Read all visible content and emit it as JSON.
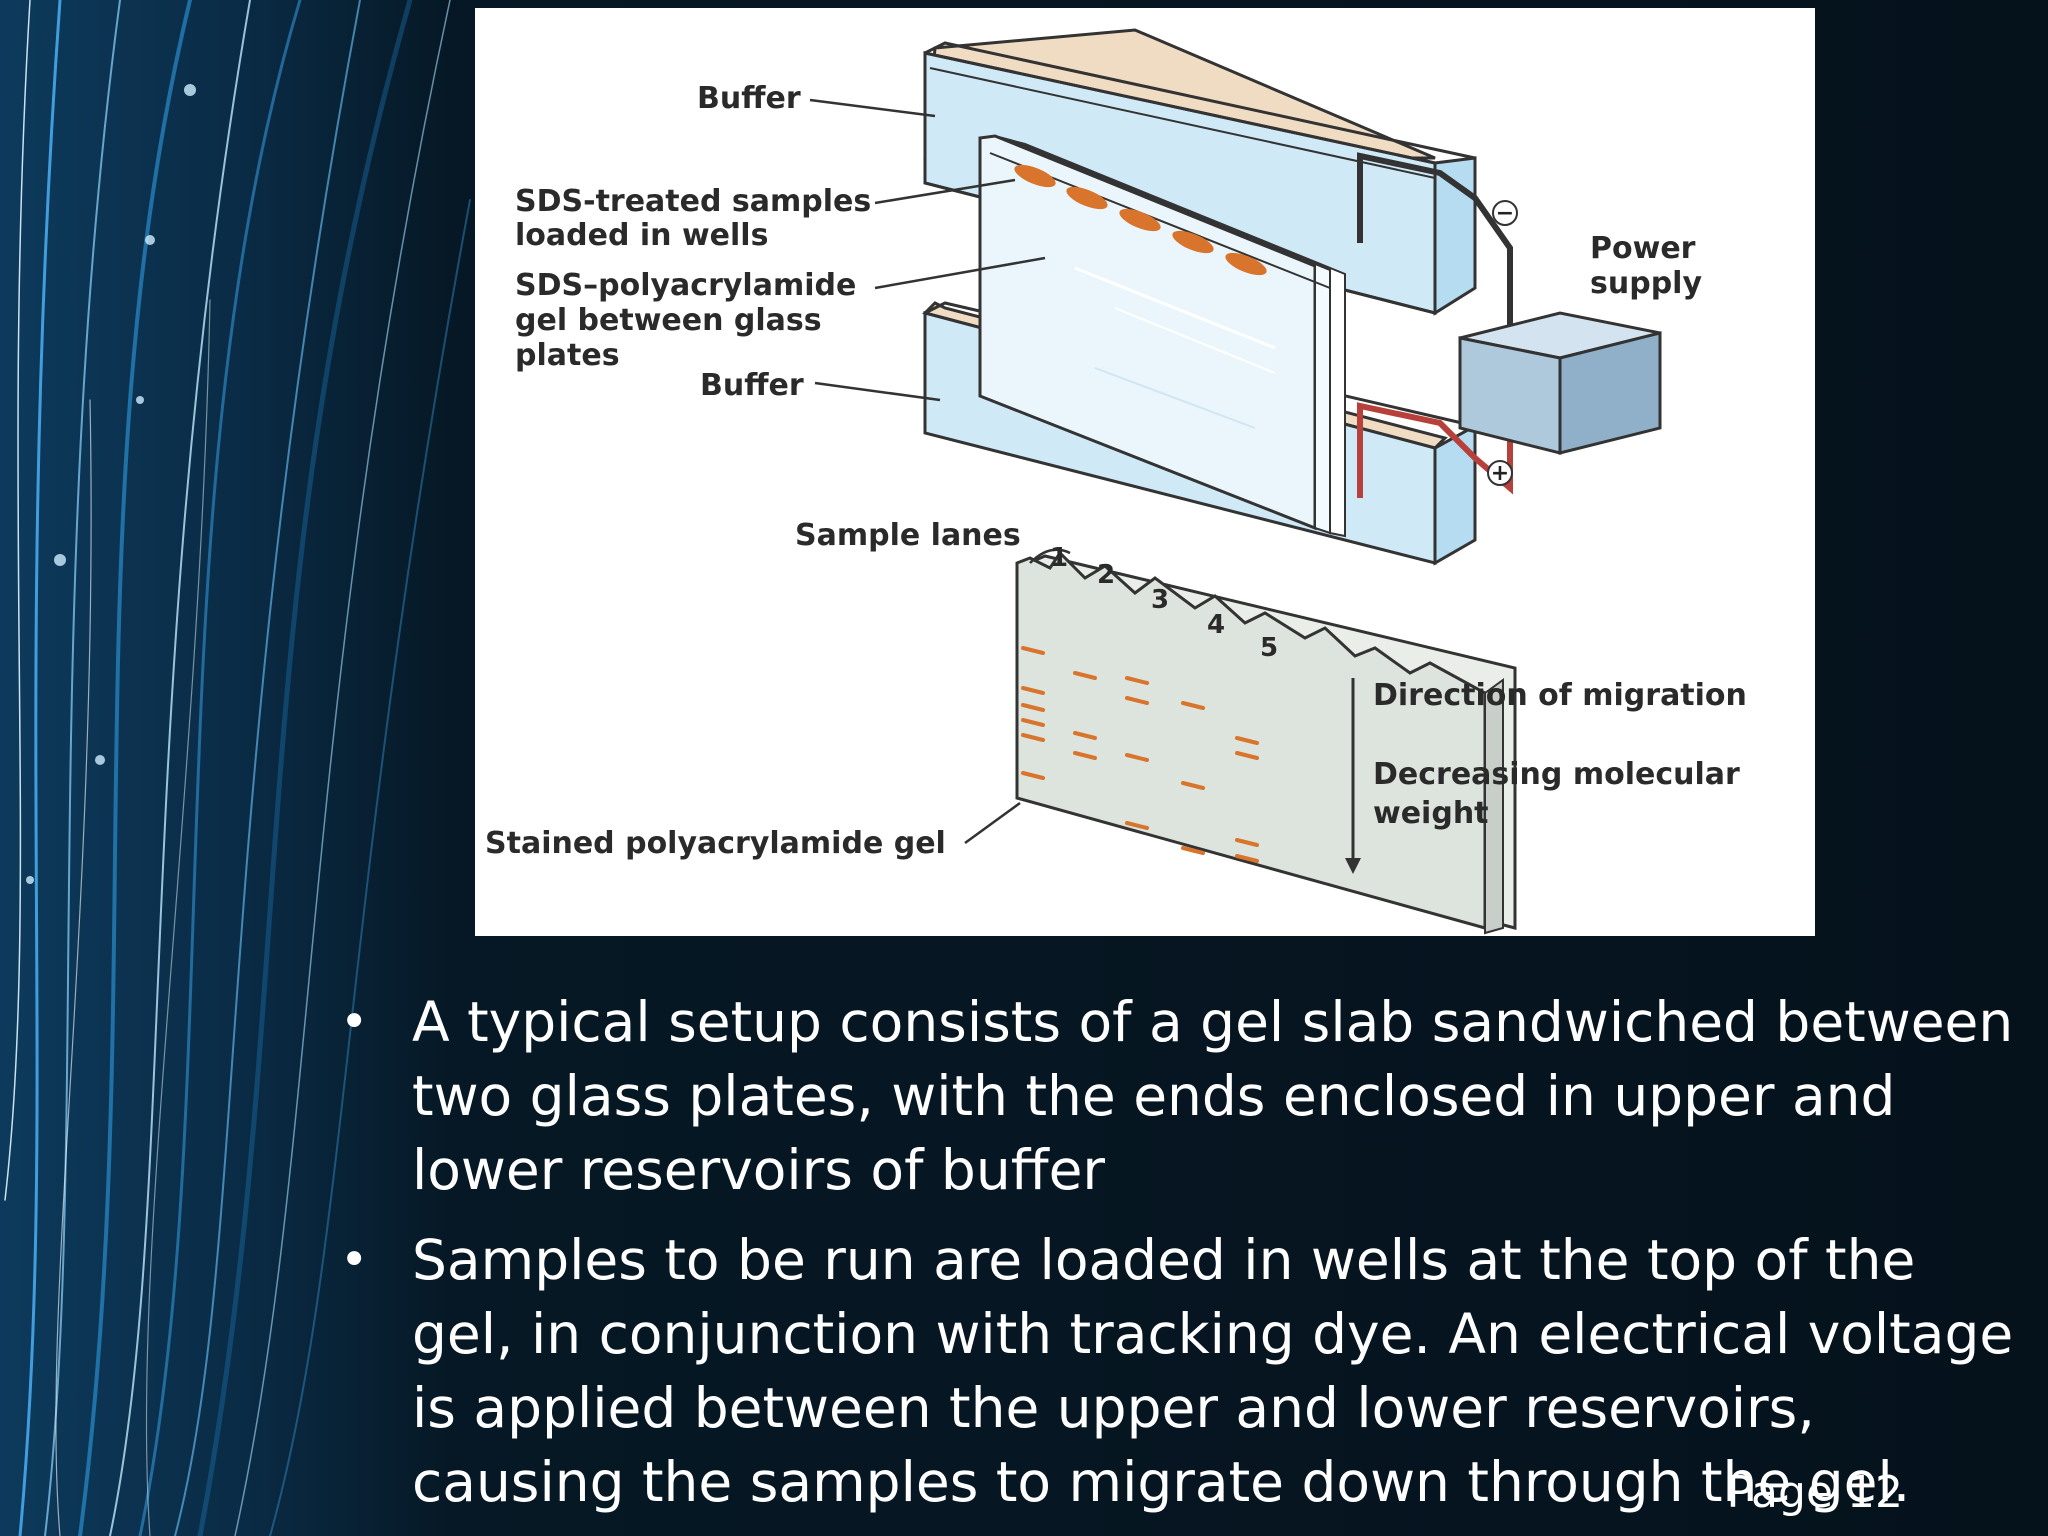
{
  "figure": {
    "labels": {
      "buffer_top": "Buffer",
      "samples_line1": "SDS-treated samples",
      "samples_line2": "loaded in wells",
      "gel_line1": "SDS–polyacrylamide",
      "gel_line2": "gel between glass",
      "gel_line3": "plates",
      "buffer_bottom": "Buffer",
      "power_line1": "Power",
      "power_line2": "supply",
      "minus": "−",
      "plus": "+",
      "sample_lanes": "Sample lanes",
      "lanes": [
        "1",
        "2",
        "3",
        "4",
        "5"
      ],
      "direction": "Direction of migration",
      "decreasing_line1": "Decreasing molecular",
      "decreasing_line2": "weight",
      "stained_gel": "Stained polyacrylamide gel"
    },
    "colors": {
      "buffer": "#cfe9f7",
      "band": "#d9742c",
      "wire_negative": "#333333",
      "wire_positive": "#b8403a",
      "power_box": "#aec8dc",
      "gel": "#dde3dd"
    }
  },
  "bullets": [
    "A typical setup consists of a gel slab sandwiched between two glass plates, with the ends enclosed in upper and lower reservoirs of buffer",
    "Samples to be run are loaded in wells at the top of the gel, in conjunction with tracking dye. An electrical voltage is applied between the upper and lower reservoirs, causing the samples to migrate down through the gel."
  ],
  "bullet_glyph": "•",
  "page_number": "Page 12"
}
